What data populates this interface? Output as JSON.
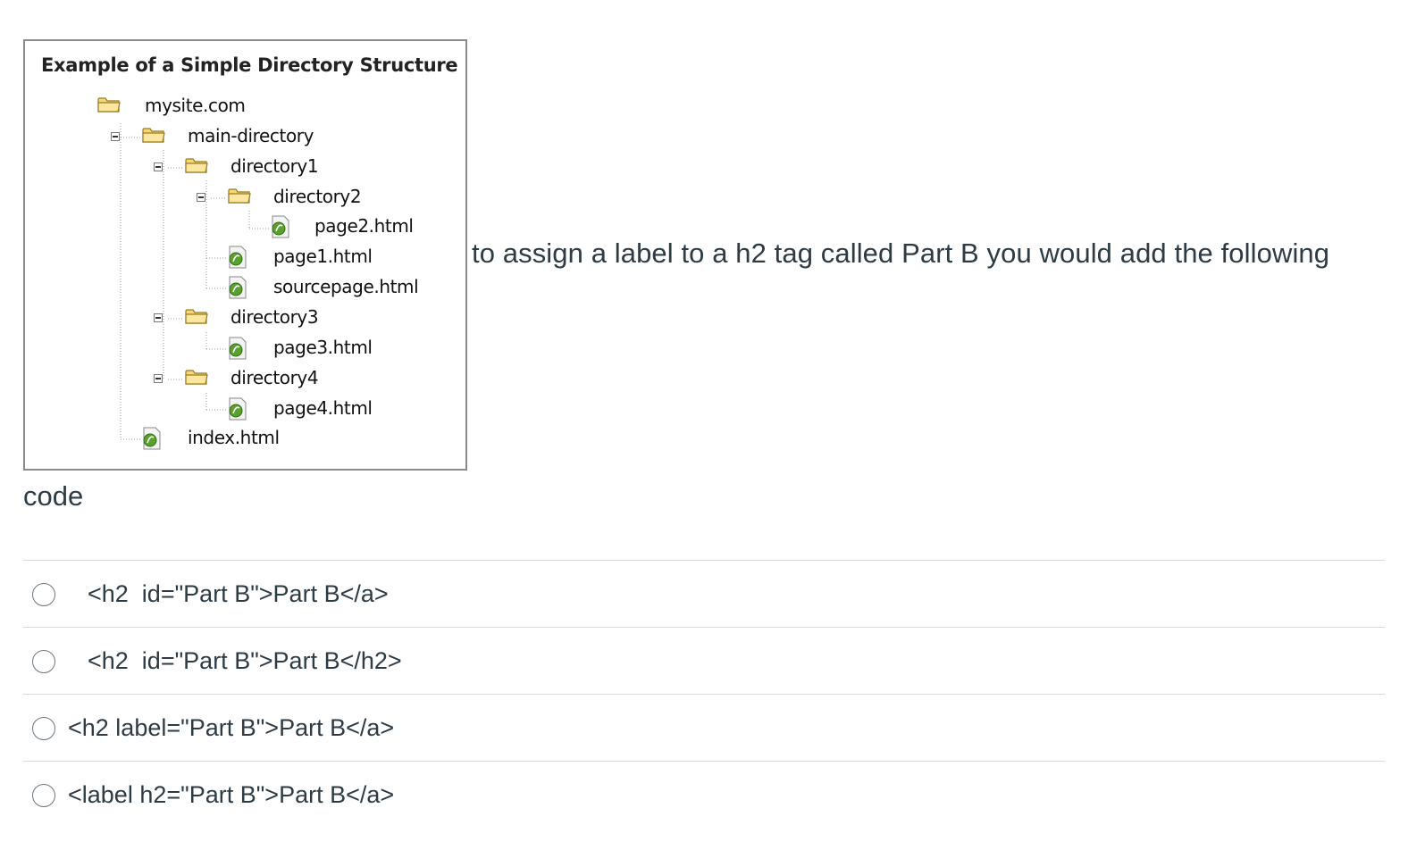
{
  "figure": {
    "title": "Example of a Simple Directory Structure",
    "tree": [
      {
        "label": "mysite.com",
        "type": "folder"
      },
      {
        "label": "main-directory",
        "type": "folder"
      },
      {
        "label": "directory1",
        "type": "folder"
      },
      {
        "label": "directory2",
        "type": "folder"
      },
      {
        "label": "page2.html",
        "type": "file"
      },
      {
        "label": "page1.html",
        "type": "file"
      },
      {
        "label": "sourcepage.html",
        "type": "file"
      },
      {
        "label": "directory3",
        "type": "folder"
      },
      {
        "label": "page3.html",
        "type": "file"
      },
      {
        "label": "directory4",
        "type": "folder"
      },
      {
        "label": "page4.html",
        "type": "file"
      },
      {
        "label": "index.html",
        "type": "file"
      }
    ]
  },
  "question": {
    "text_part1": "to assign a label to a h2 tag called Part B you would add the following",
    "text_part2": "code"
  },
  "answers": [
    {
      "label": "<h2  id=\"Part B\">Part B</a>",
      "selected": false
    },
    {
      "label": "<h2  id=\"Part B\">Part B</h2>",
      "selected": false
    },
    {
      "label": "<h2 label=\"Part B\">Part B</a>",
      "selected": false
    },
    {
      "label": "<label h2=\"Part B\">Part B</a>",
      "selected": false
    }
  ],
  "colors": {
    "text": "#2d3b45",
    "divider": "#d6dadd",
    "folder": "#f5d77a",
    "file_icon": "#5aa02c"
  }
}
